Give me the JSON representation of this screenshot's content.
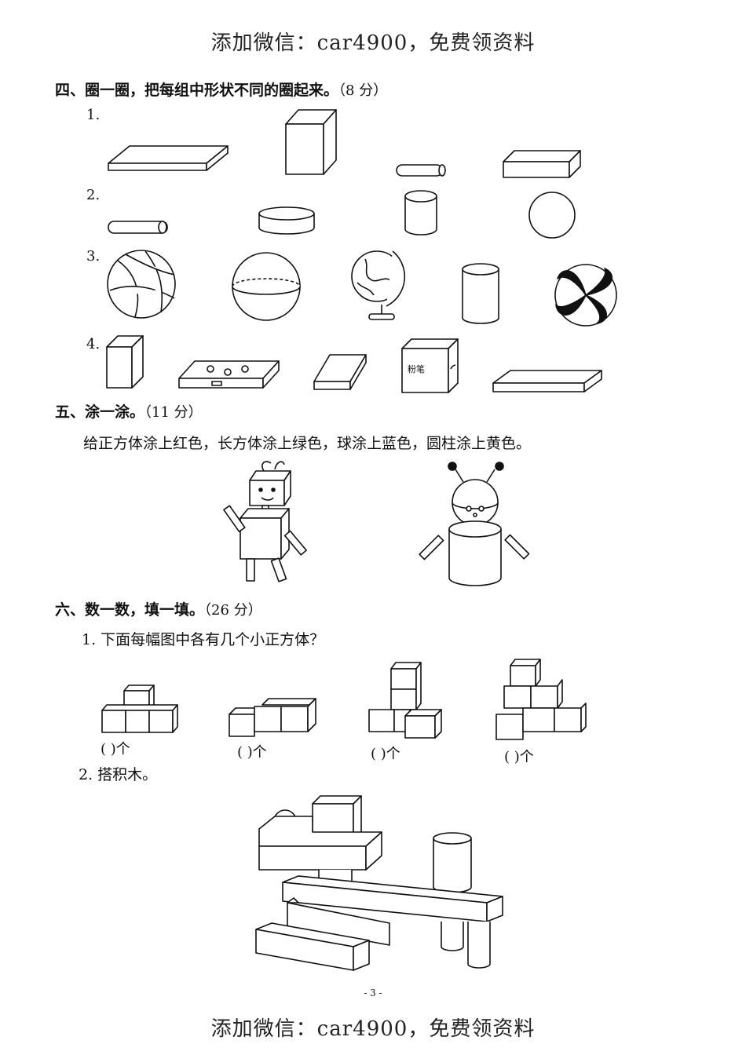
{
  "watermark": "添加微信：car4900，免费领资料",
  "sections": {
    "four": {
      "heading": "四、圈一圈，把每组中形状不同的圈起来。",
      "points": "（8 分）",
      "rows": [
        "1.",
        "2.",
        "3.",
        "4."
      ],
      "chalk_label": "粉笔"
    },
    "five": {
      "heading": "五、涂一涂。",
      "points": "（11 分）",
      "instruction": "给正方体涂上红色，长方体涂上绿色，球涂上蓝色，圆柱涂上黄色。"
    },
    "six": {
      "heading": "六、数一数，填一填。",
      "points": "（26 分）",
      "q1": "1. 下面每幅图中各有几个小正方体？",
      "blank": "(      )个",
      "q2": "2. 搭积木。"
    }
  },
  "page_number": "- 3 -"
}
